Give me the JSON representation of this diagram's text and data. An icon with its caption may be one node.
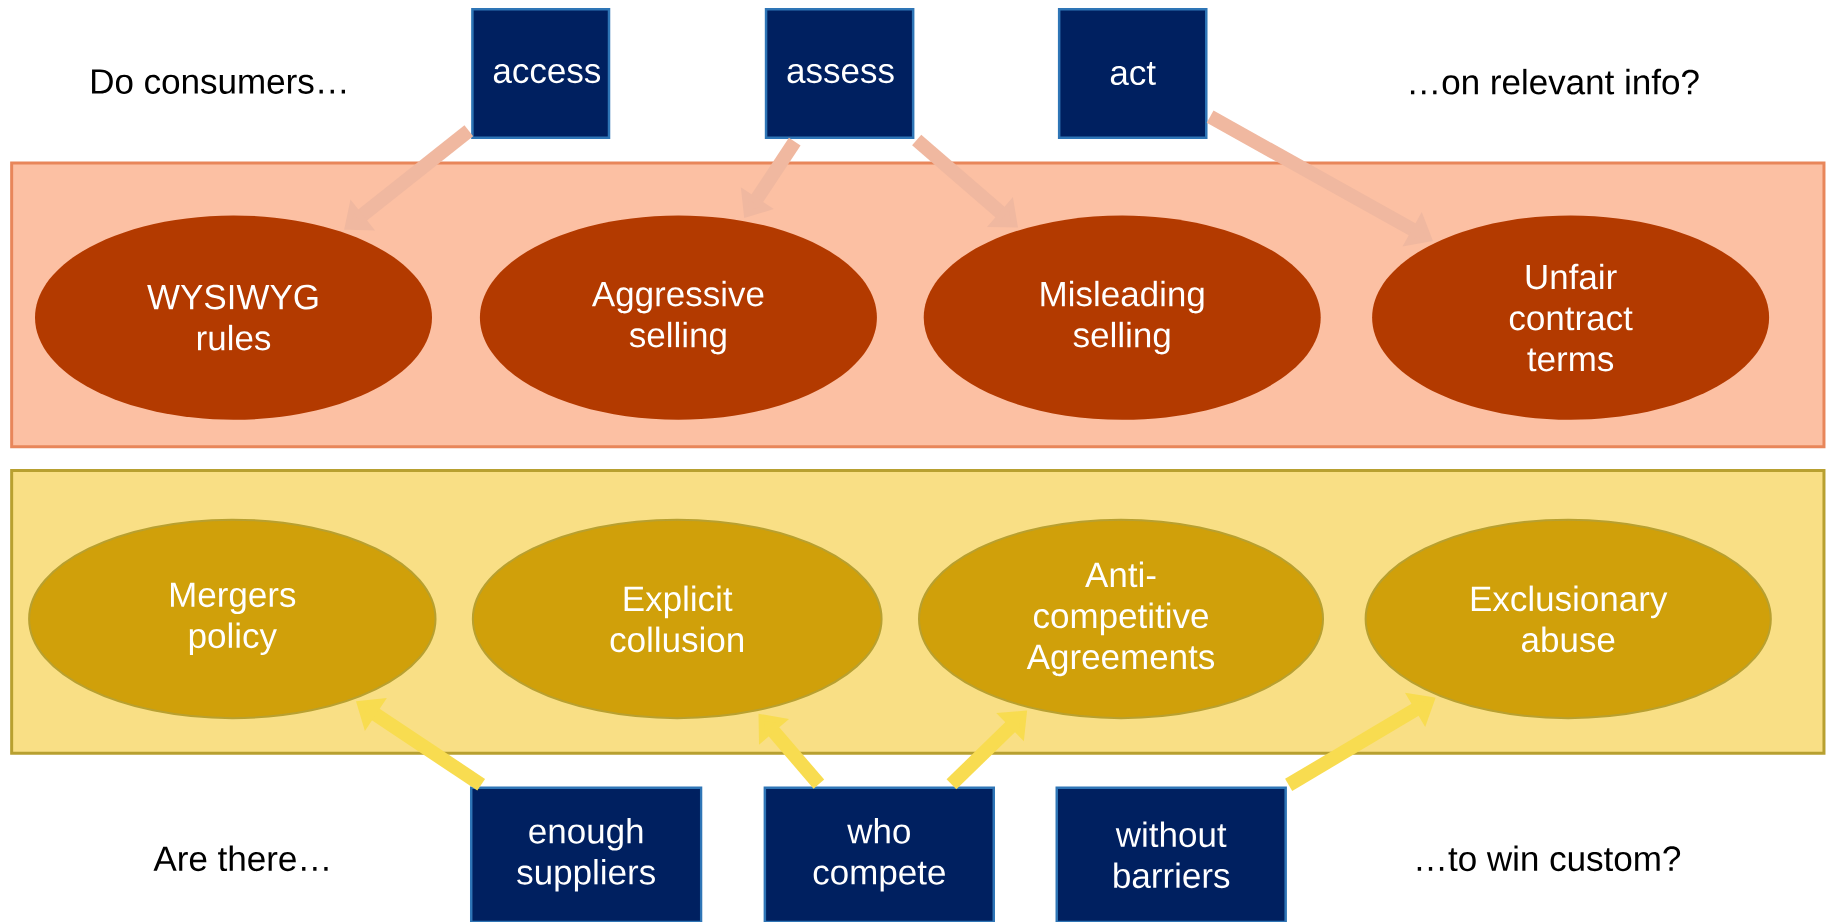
{
  "diagram": {
    "nodes": [
      {
        "text": [
          "access"
        ]
      },
      {
        "text": [
          "assess"
        ]
      },
      {
        "text": [
          "act"
        ]
      },
      {
        "text": [],
        "shape": "box"
      },
      {
        "text": [
          "WYSIWYG rules"
        ],
        "in": 3
      },
      {
        "text": [
          "Aggressive selling"
        ],
        "in": 3
      },
      {
        "text": [
          "Misleading selling"
        ],
        "in": 3
      },
      {
        "text": [
          "Unfair contract terms"
        ],
        "in": 3
      },
      {
        "text": [],
        "shape": "box"
      },
      {
        "text": [
          "Mergers policy"
        ],
        "in": 8
      },
      {
        "text": [
          "Explicit collusion"
        ],
        "in": 8
      },
      {
        "text": [
          "Anti-competitive Agreements"
        ],
        "in": 8
      },
      {
        "text": [
          "Exclusionary abuse"
        ],
        "in": 8
      },
      {
        "text": [
          "enough suppliers"
        ]
      },
      {
        "text": [
          "who compete"
        ]
      },
      {
        "text": [
          "without barriers"
        ]
      }
    ],
    "edges": [
      {
        "from": 0,
        "to": 4,
        "arrow": "to",
        "color": "#f0b8a0"
      },
      {
        "from": 1,
        "to": 5,
        "arrow": "to",
        "color": "#f0b8a0"
      },
      {
        "from": 1,
        "to": 6,
        "arrow": "to",
        "color": "#f0b8a0"
      },
      {
        "from": 2,
        "to": 7,
        "arrow": "to",
        "color": "#f0b8a0"
      },
      {
        "from": 13,
        "to": 9,
        "arrow": "to",
        "color": "#f8dc50"
      },
      {
        "from": 14,
        "to": 10,
        "arrow": "to",
        "color": "#f8dc50"
      },
      {
        "from": 14,
        "to": 11,
        "arrow": "to",
        "color": "#f8dc50"
      },
      {
        "from": 15,
        "to": 12,
        "arrow": "to",
        "color": "#f8dc50"
      }
    ],
    "labels": [
      "Do consumers…",
      "…on relevant info?",
      "Are there…",
      "…to win custom?"
    ]
  }
}
